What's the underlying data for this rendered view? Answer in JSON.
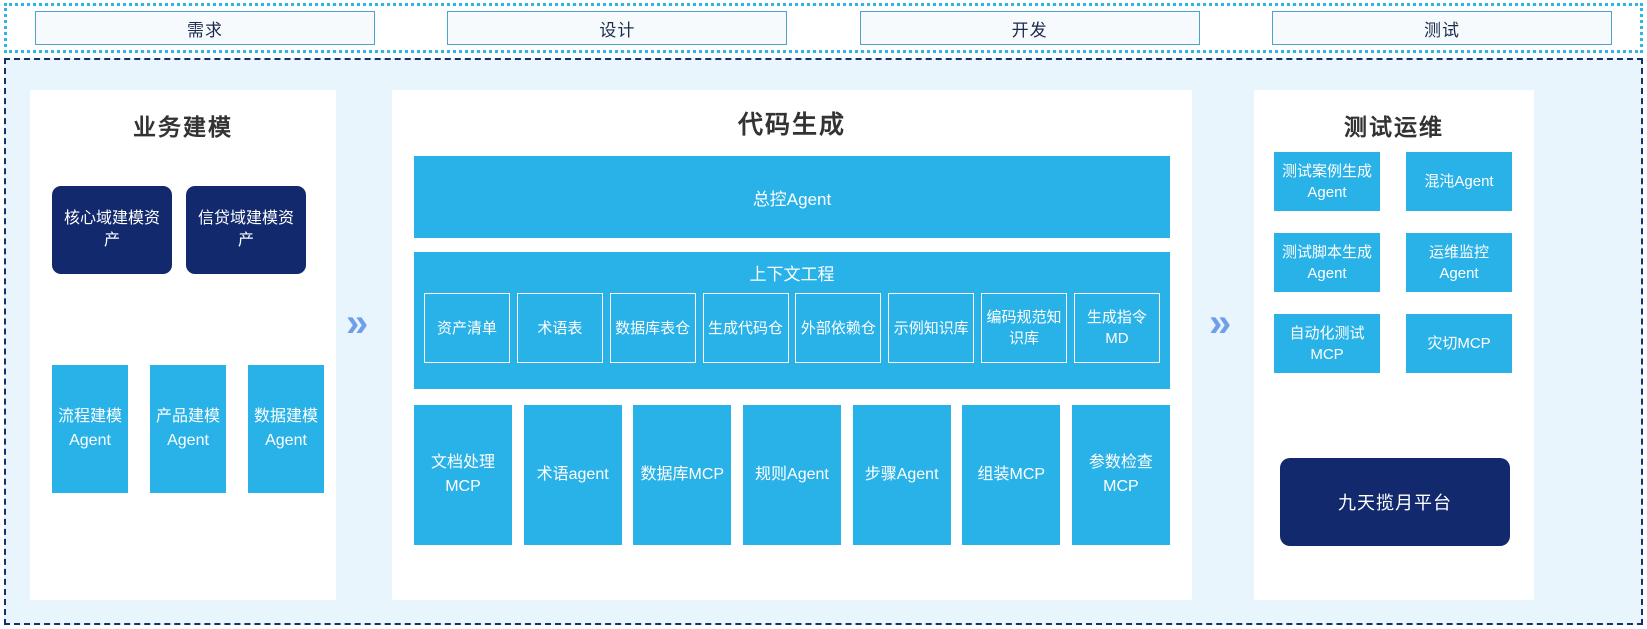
{
  "colors": {
    "cyan": "#29b2e8",
    "navy": "#12296d",
    "panel_bg": "#e8f5fd",
    "arrow": "#6f9fe8",
    "frame_dashed": "#17306a",
    "phase_border": "#29b6e8"
  },
  "phases": [
    {
      "label": "需求"
    },
    {
      "label": "设计"
    },
    {
      "label": "开发"
    },
    {
      "label": "测试"
    }
  ],
  "arrows": {
    "glyph_1": "»",
    "glyph_2": "»"
  },
  "left_panel": {
    "title": "业务建模",
    "assets": [
      {
        "label": "核心域建模资产"
      },
      {
        "label": "信贷域建模资产"
      }
    ],
    "agents": [
      {
        "label": "流程建模Agent"
      },
      {
        "label": "产品建模Agent"
      },
      {
        "label": "数据建模Agent"
      }
    ]
  },
  "center_panel": {
    "title": "代码生成",
    "master_agent": "总控Agent",
    "context": {
      "title": "上下文工程",
      "items": [
        {
          "label": "资产清单"
        },
        {
          "label": "术语表"
        },
        {
          "label": "数据库表仓"
        },
        {
          "label": "生成代码仓"
        },
        {
          "label": "外部依赖仓"
        },
        {
          "label": "示例知识库"
        },
        {
          "label": "编码规范知识库"
        },
        {
          "label": "生成指令MD"
        }
      ]
    },
    "tools": [
      {
        "label": "文档处理MCP"
      },
      {
        "label": "术语agent"
      },
      {
        "label": "数据库MCP"
      },
      {
        "label": "规则Agent"
      },
      {
        "label": "步骤Agent"
      },
      {
        "label": "组装MCP"
      },
      {
        "label": "参数检查MCP"
      }
    ]
  },
  "right_panel": {
    "title": "测试运维",
    "items": [
      {
        "label": "测试案例生成Agent"
      },
      {
        "label": "混沌Agent"
      },
      {
        "label": "测试脚本生成Agent"
      },
      {
        "label": "运维监控Agent"
      },
      {
        "label": "自动化测试MCP"
      },
      {
        "label": "灾切MCP"
      }
    ],
    "platform": "九天揽月平台"
  }
}
